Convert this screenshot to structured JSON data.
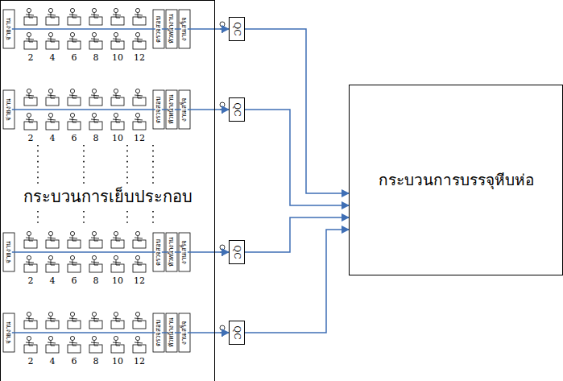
{
  "diagram": {
    "nodes": [
      {
        "text": [
          "กระบวนการเย็บประกอบ"
        ]
      },
      {
        "text": [
          "QC"
        ]
      },
      {
        "text": [
          "QC"
        ]
      },
      {
        "text": [
          "QC"
        ]
      },
      {
        "text": [
          "QC"
        ]
      },
      {
        "text": [
          "กระบวนการบรรจุหีบห่อ"
        ]
      }
    ],
    "edges": [
      {
        "from": 0,
        "to": 1,
        "arrow": "to"
      },
      {
        "from": 0,
        "to": 2,
        "arrow": "to"
      },
      {
        "from": 0,
        "to": 3,
        "arrow": "to"
      },
      {
        "from": 0,
        "to": 4,
        "arrow": "to"
      },
      {
        "from": 1,
        "to": 5,
        "arrow": "to"
      },
      {
        "from": 2,
        "to": 5,
        "arrow": "to"
      },
      {
        "from": 3,
        "to": 5,
        "arrow": "to"
      },
      {
        "from": 4,
        "to": 5,
        "arrow": "to"
      }
    ],
    "labels": [
      "จ่ายงาน",
      "ตรวจสอบ",
      "หัวหน้างาน",
      "งานเสร็จ",
      "2",
      "4",
      "6",
      "8",
      "10",
      "12",
      "จ่ายงาน",
      "ตรวจสอบ",
      "หัวหน้างาน",
      "งานเสร็จ",
      "2",
      "4",
      "6",
      "8",
      "10",
      "12",
      "จ่ายงาน",
      "ตรวจสอบ",
      "หัวหน้างาน",
      "งานเสร็จ",
      "2",
      "4",
      "6",
      "8",
      "10",
      "12",
      "จ่ายงาน",
      "ตรวจสอบ",
      "หัวหน้างาน",
      "งานเสร็จ",
      "2",
      "4",
      "6",
      "8",
      "10",
      "12"
    ]
  }
}
